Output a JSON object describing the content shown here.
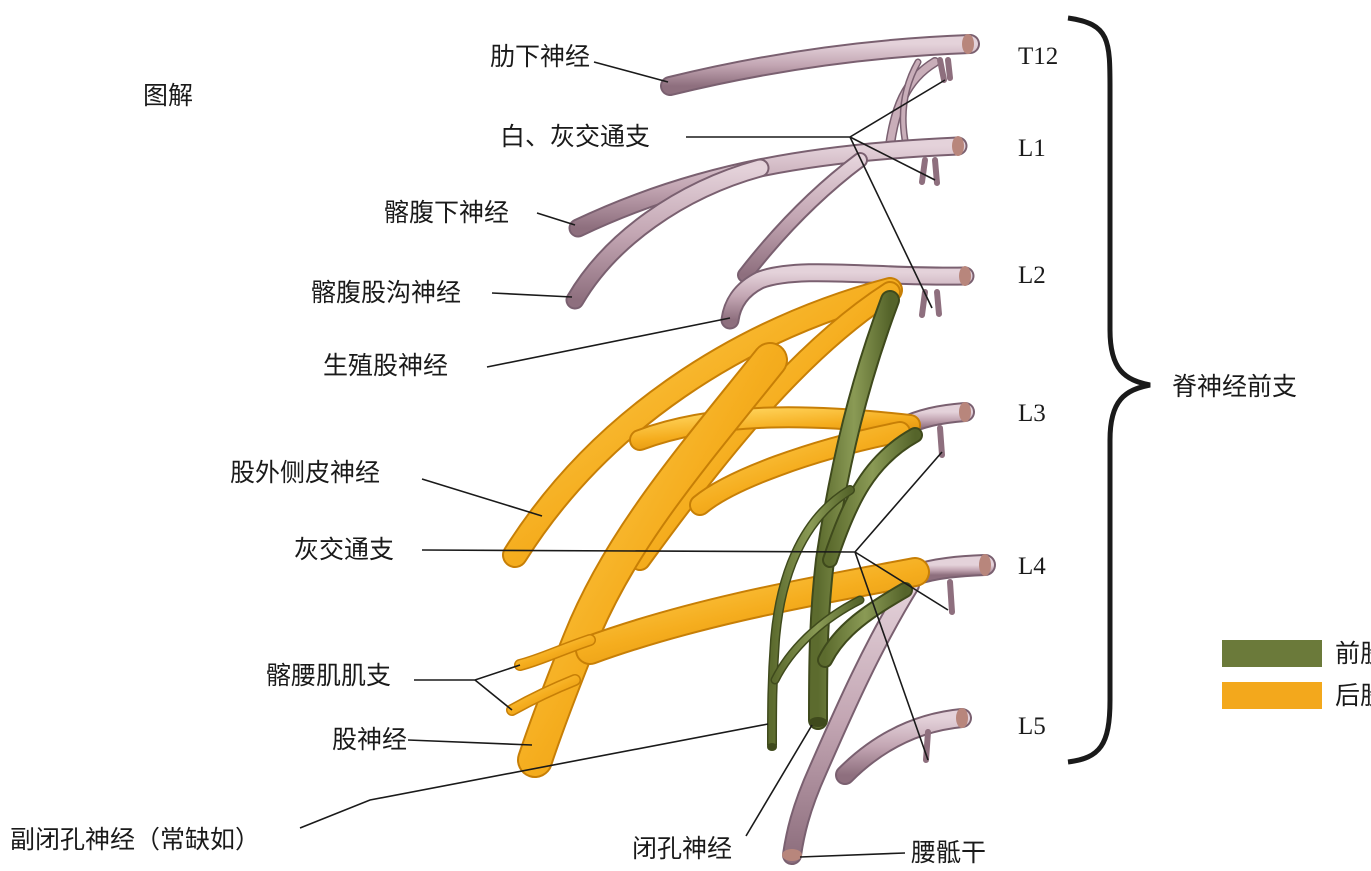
{
  "title": "图解",
  "labels": {
    "subcostal": "肋下神经",
    "rami": "白、灰交通支",
    "iliohypogastric": "髂腹下神经",
    "ilioinguinal": "髂腹股沟神经",
    "genitofemoral": "生殖股神经",
    "lateral_cutaneous": "股外侧皮神经",
    "gray_rami": "灰交通支",
    "iliopsoas_branches": "髂腰肌肌支",
    "femoral": "股神经",
    "accessory_obturator": "副闭孔神经（常缺如）",
    "obturator": "闭孔神经",
    "lumbosacral_trunk": "腰骶干"
  },
  "segments": [
    "T12",
    "L1",
    "L2",
    "L3",
    "L4",
    "L5"
  ],
  "brace_label": "脊神经前支",
  "legend": [
    {
      "label": "前股",
      "color": "#6b7a3a"
    },
    {
      "label": "后股",
      "color": "#f3a81c"
    }
  ],
  "colors": {
    "nerve": "#c9aeb9",
    "nerve_edge": "#7a6070",
    "anterior": "#6b7a3a",
    "posterior": "#f3a81c"
  }
}
